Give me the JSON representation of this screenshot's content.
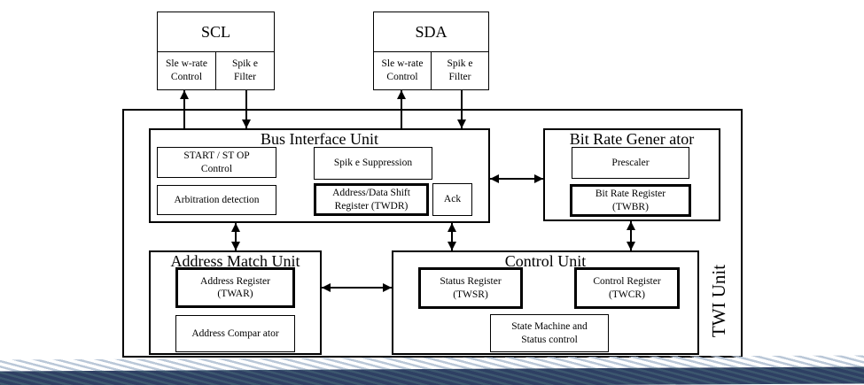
{
  "diagram": {
    "pads": {
      "scl": {
        "title": "SCL",
        "slew": "Sle w-rate\nControl",
        "spike": "Spik e\nFilter"
      },
      "sda": {
        "title": "SDA",
        "slew": "Sle w-rate\nControl",
        "spike": "Spik e\nFilter"
      }
    },
    "bus_interface_unit": {
      "title": "Bus Interface Unit",
      "start_stop": "START / ST OP\nControl",
      "spike_suppression": "Spik e Suppression",
      "arbitration": "Arbitration detection",
      "shift_register": "Address/Data Shift\nRegister (TWDR)",
      "ack": "Ack"
    },
    "bit_rate_generator": {
      "title": "Bit Rate Gener ator",
      "prescaler": "Prescaler",
      "bit_rate_register": "Bit Rate Register\n(TWBR)"
    },
    "address_match_unit": {
      "title": "Address Match Unit",
      "address_register": "Address Register\n(TWAR)",
      "comparator": "Address Compar ator"
    },
    "control_unit": {
      "title": "Control Unit",
      "status_register": "Status Register\n(TWSR)",
      "control_register": "Control Register\n(TWCR)",
      "state_machine": "State Machine and\nStatus control"
    },
    "unit_label": "TWI Unit",
    "colors": {
      "line": "#000000",
      "ribbon_stripe": "#b7c5d6",
      "ribbon_bar": "#2e3f63",
      "ribbon_bar_stripe": "#4f7a72"
    }
  }
}
